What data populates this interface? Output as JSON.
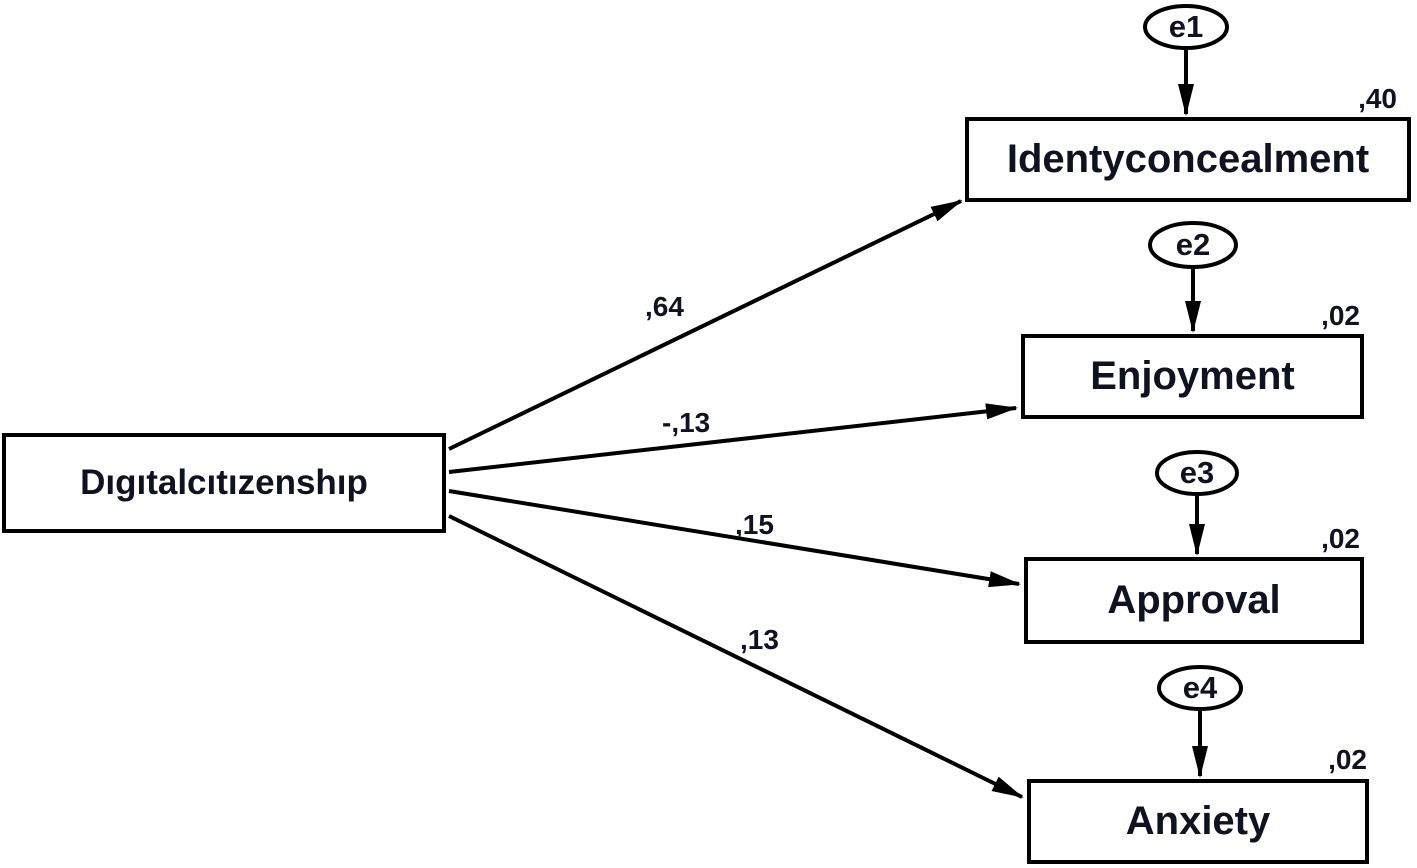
{
  "diagram": {
    "type": "sem-path-diagram",
    "exogenous": {
      "label": "Dıgıtalcıtızenshıp"
    },
    "outcomes": [
      {
        "label": "Identyconcealment",
        "r2": ",40",
        "coefficient": ",64",
        "error": "e1"
      },
      {
        "label": "Enjoyment",
        "r2": ",02",
        "coefficient": "-,13",
        "error": "e2"
      },
      {
        "label": "Approval",
        "r2": ",02",
        "coefficient": ",15",
        "error": "e3"
      },
      {
        "label": "Anxiety",
        "r2": ",02",
        "coefficient": ",13",
        "error": "e4"
      }
    ],
    "colors": {
      "line": "#000000",
      "text": "#0f1320",
      "background": "#ffffff"
    }
  }
}
